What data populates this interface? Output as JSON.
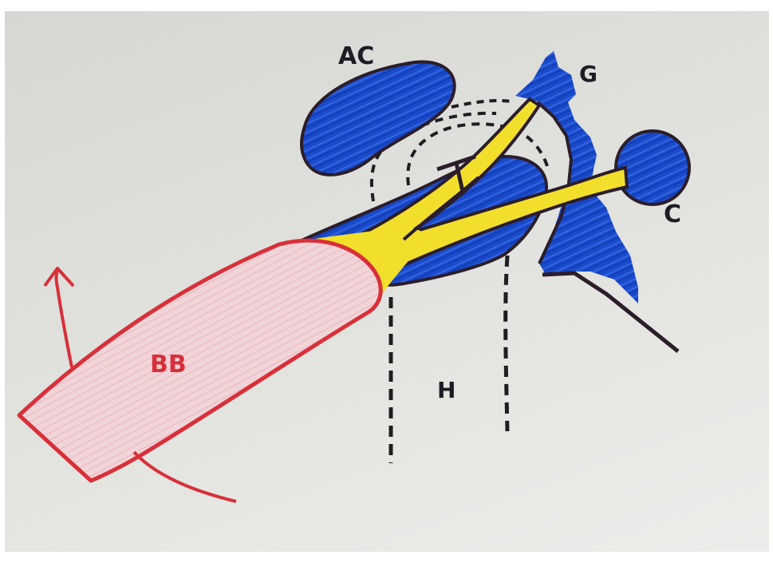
{
  "labels": {
    "ac": "AC",
    "g": "G",
    "c": "C",
    "bb": "BB",
    "h": "H"
  },
  "colors": {
    "paper": "#dcddd9",
    "blue": "#1848c8",
    "outline": "#2b1d2a",
    "yellow": "#f2df2c",
    "red": "#d8303a",
    "pink_fill": "#f1d2d6",
    "dash": "#1e1e22"
  }
}
